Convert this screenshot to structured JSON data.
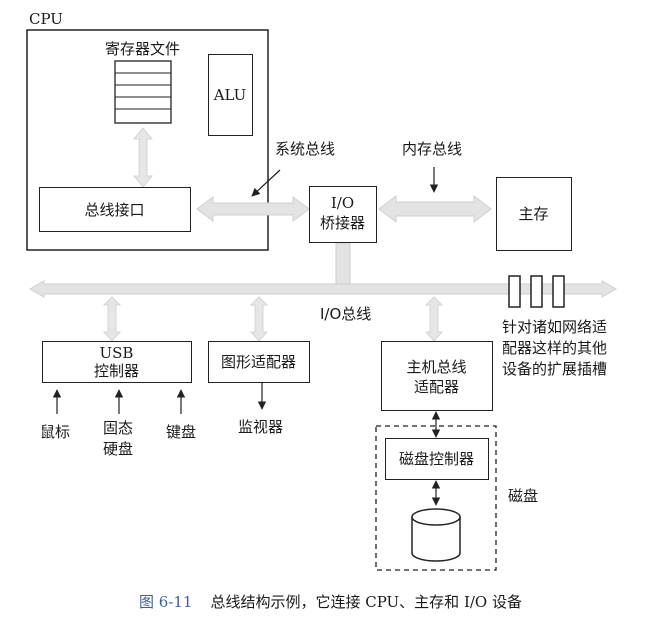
{
  "cpu": {
    "label": "CPU",
    "register_file": "寄存器文件",
    "alu": "ALU",
    "bus_interface": "总线接口"
  },
  "buses": {
    "system_bus": "系统总线",
    "memory_bus": "内存总线",
    "io_bus": "I/O总线"
  },
  "io_bridge": {
    "line1": "I/O",
    "line2": "桥接器"
  },
  "main_memory": "主存",
  "usb_controller": {
    "line1": "USB",
    "line2": "控制器"
  },
  "graphics_adapter": "图形适配器",
  "host_bus_adapter": {
    "line1": "主机总线",
    "line2": "适配器"
  },
  "disk_controller": "磁盘控制器",
  "disk": "磁盘",
  "devices": {
    "mouse": "鼠标",
    "ssd_line1": "固态",
    "ssd_line2": "硬盘",
    "keyboard": "键盘",
    "monitor": "监视器"
  },
  "expansion_slots": {
    "line1": "针对诸如网络适",
    "line2": "配器这样的其他",
    "line3": "设备的扩展插槽"
  },
  "caption": {
    "number": "图 6-11",
    "text": "总线结构示例，它连接 CPU、主存和 I/O 设备"
  },
  "colors": {
    "bus_fill": "#e3e3e3",
    "bus_stroke": "#cfcfcf",
    "caption_number": "#3c5fa8"
  }
}
